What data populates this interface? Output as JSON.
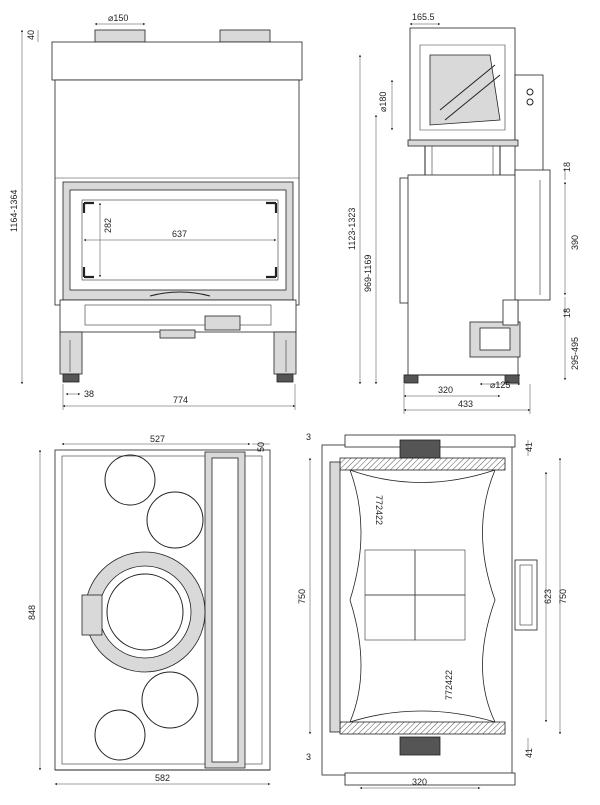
{
  "front_view": {
    "flue_diameter": "⌀150",
    "top_height": "40",
    "total_height": "1164-1364",
    "glass_height": "282",
    "glass_width": "637",
    "foot_width": "38",
    "overall_width": "774"
  },
  "side_view": {
    "depth_top": "165.5",
    "air_diameter": "⌀180",
    "height_upper": "1123-1323",
    "height_lower": "969-1169",
    "dim_18_top": "18",
    "dim_390": "390",
    "dim_18_bottom": "18",
    "dim_295_495": "295-495",
    "air_inlet": "⌀125",
    "depth_320": "320",
    "depth_433": "433"
  },
  "plan_view_left": {
    "width_527": "527",
    "dim_50": "50",
    "height_848": "848",
    "width_582": "582"
  },
  "plan_view_right": {
    "dim_3_top": "3",
    "dim_41_top": "41",
    "height_750_left": "750",
    "height_623": "623",
    "height_750_right": "750",
    "part_no_top": "772422",
    "part_no_bottom": "772422",
    "dim_3_bottom": "3",
    "dim_41_bottom": "41",
    "width_320": "320"
  }
}
